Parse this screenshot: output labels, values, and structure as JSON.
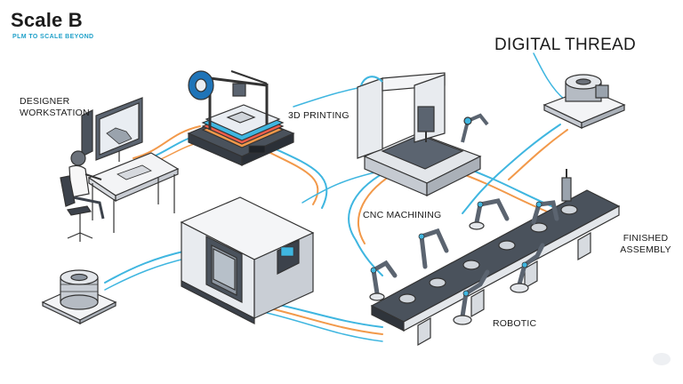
{
  "brand": {
    "name": "Scale B",
    "tagline": "PLM TO SCALE BEYOND",
    "accent": "#1fa0c9"
  },
  "title": "DIGITAL THREAD",
  "stations": {
    "designer": "DESIGNER WORKSTATION",
    "printing": "3D PRINTING",
    "cnc": "CNC MACHINING",
    "finished": "FINISHED ASSEMBLY",
    "robotic": "ROBOTIC"
  },
  "icons": [
    "designer-workstation-icon",
    "3d-printer-icon",
    "cnc-mill-icon",
    "cnc-lathe-icon",
    "robotic-conveyor-icon",
    "finished-part-icon",
    "stock-part-icon"
  ],
  "colors": {
    "thread_blue": "#3fb6e0",
    "thread_orange": "#f2994a",
    "machine_grey": "#5b6470",
    "panel": "#eef0f3"
  }
}
